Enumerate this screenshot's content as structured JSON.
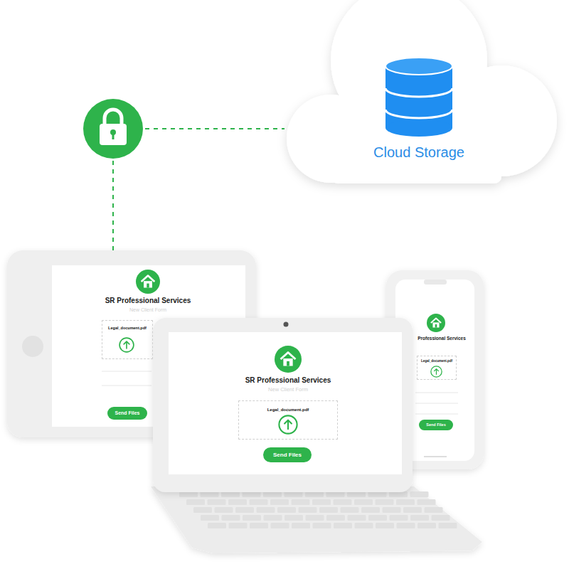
{
  "diagram": {
    "nodes": [
      {
        "text": [
          "Cloud Storage"
        ]
      },
      {
        "text": [
          "SR Professional Services",
          "New Client Form"
        ]
      },
      {
        "text": [
          "Legal_document.pdf"
        ],
        "in": 1
      },
      {
        "text": [
          "Send Files"
        ],
        "in": 1
      },
      {
        "text": [
          "SR Professional Services",
          "New Client Form"
        ]
      },
      {
        "text": [
          "Legal_document.pdf"
        ],
        "in": 4
      },
      {
        "text": [
          "Send Files"
        ],
        "in": 4
      },
      {
        "text": [
          "Professional Services"
        ]
      },
      {
        "text": [
          "Legal_document.pdf"
        ],
        "in": 7
      },
      {
        "text": [
          "Send Files"
        ],
        "in": 7
      }
    ],
    "edges": [
      {
        "from": 1,
        "to": 0,
        "arrow": "none"
      }
    ]
  }
}
